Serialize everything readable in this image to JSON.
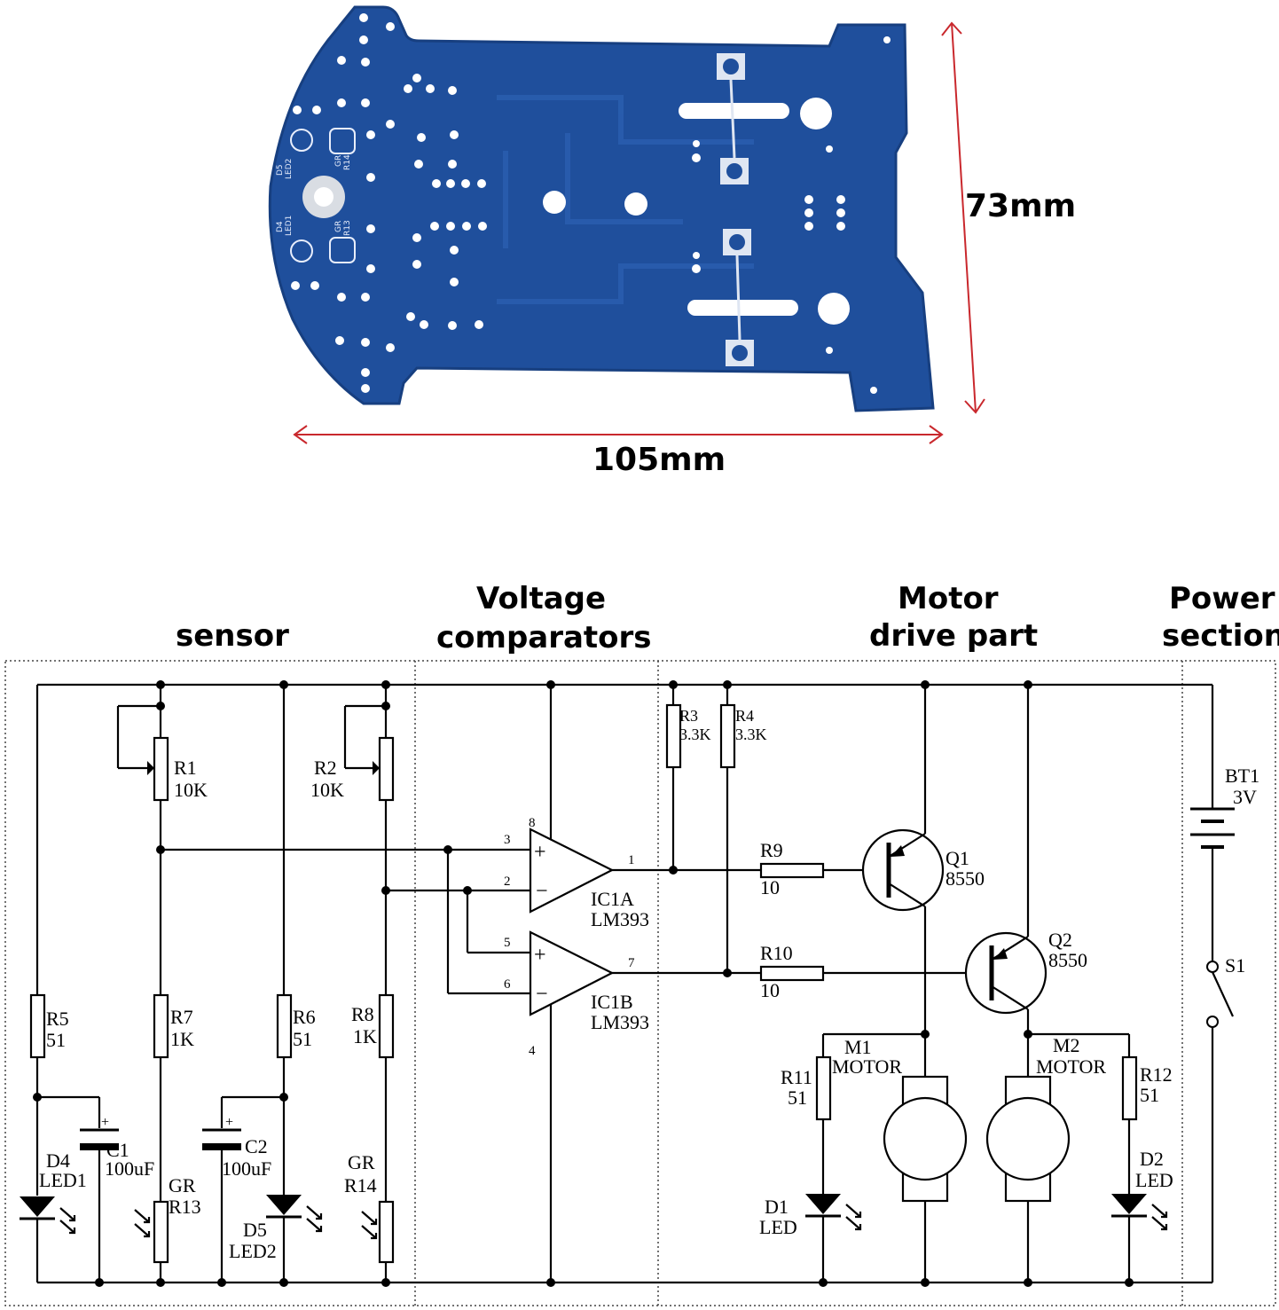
{
  "pcb": {
    "width_label": "105mm",
    "height_label": "73mm",
    "silkscreen": [
      "D5",
      "LED2",
      "GR",
      "R14",
      "D4",
      "LED1",
      "GR",
      "R13"
    ]
  },
  "sections": {
    "sensor": "sensor",
    "comparators_line1": "Voltage",
    "comparators_line2": "comparators",
    "motor_line1": "Motor",
    "motor_line2": "drive part",
    "power_line1": "Power",
    "power_line2": "section"
  },
  "components": {
    "r1_name": "R1",
    "r1_val": "10K",
    "r2_name": "R2",
    "r2_val": "10K",
    "r3_name": "R3",
    "r3_val": "3.3K",
    "r4_name": "R4",
    "r4_val": "3.3K",
    "r5_name": "R5",
    "r5_val": "51",
    "r6_name": "R6",
    "r6_val": "51",
    "r7_name": "R7",
    "r7_val": "1K",
    "r8_name": "R8",
    "r8_val": "1K",
    "r9_name": "R9",
    "r9_val": "10",
    "r10_name": "R10",
    "r10_val": "10",
    "r11_name": "R11",
    "r11_val": "51",
    "r12_name": "R12",
    "r12_val": "51",
    "c1_name": "C1",
    "c1_val": "100uF",
    "c2_name": "C2",
    "c2_val": "100uF",
    "d4_name": "D4",
    "d4_val": "LED1",
    "d5_name": "D5",
    "d5_val": "LED2",
    "d1_name": "D1",
    "d1_val": "LED",
    "d2_name": "D2",
    "d2_val": "LED",
    "gr13_a": "GR",
    "gr13_b": "R13",
    "gr14_a": "GR",
    "gr14_b": "R14",
    "ic1a_name": "IC1A",
    "ic1a_val": "LM393",
    "ic1b_name": "IC1B",
    "ic1b_val": "LM393",
    "q1_name": "Q1",
    "q1_val": "8550",
    "q2_name": "Q2",
    "q2_val": "8550",
    "m1_name": "M1",
    "m1_val": "MOTOR",
    "m2_name": "M2",
    "m2_val": "MOTOR",
    "bt1_name": "BT1",
    "bt1_val": "3V",
    "s1_name": "S1",
    "pins": [
      "8",
      "3",
      "2",
      "1",
      "5",
      "6",
      "7",
      "4"
    ],
    "plus": "+",
    "minus": "−"
  },
  "colors": {
    "pcb_blue": "#1f4f9c",
    "pcb_edge": "#173f80",
    "dimension_arrow": "#c9282d"
  }
}
